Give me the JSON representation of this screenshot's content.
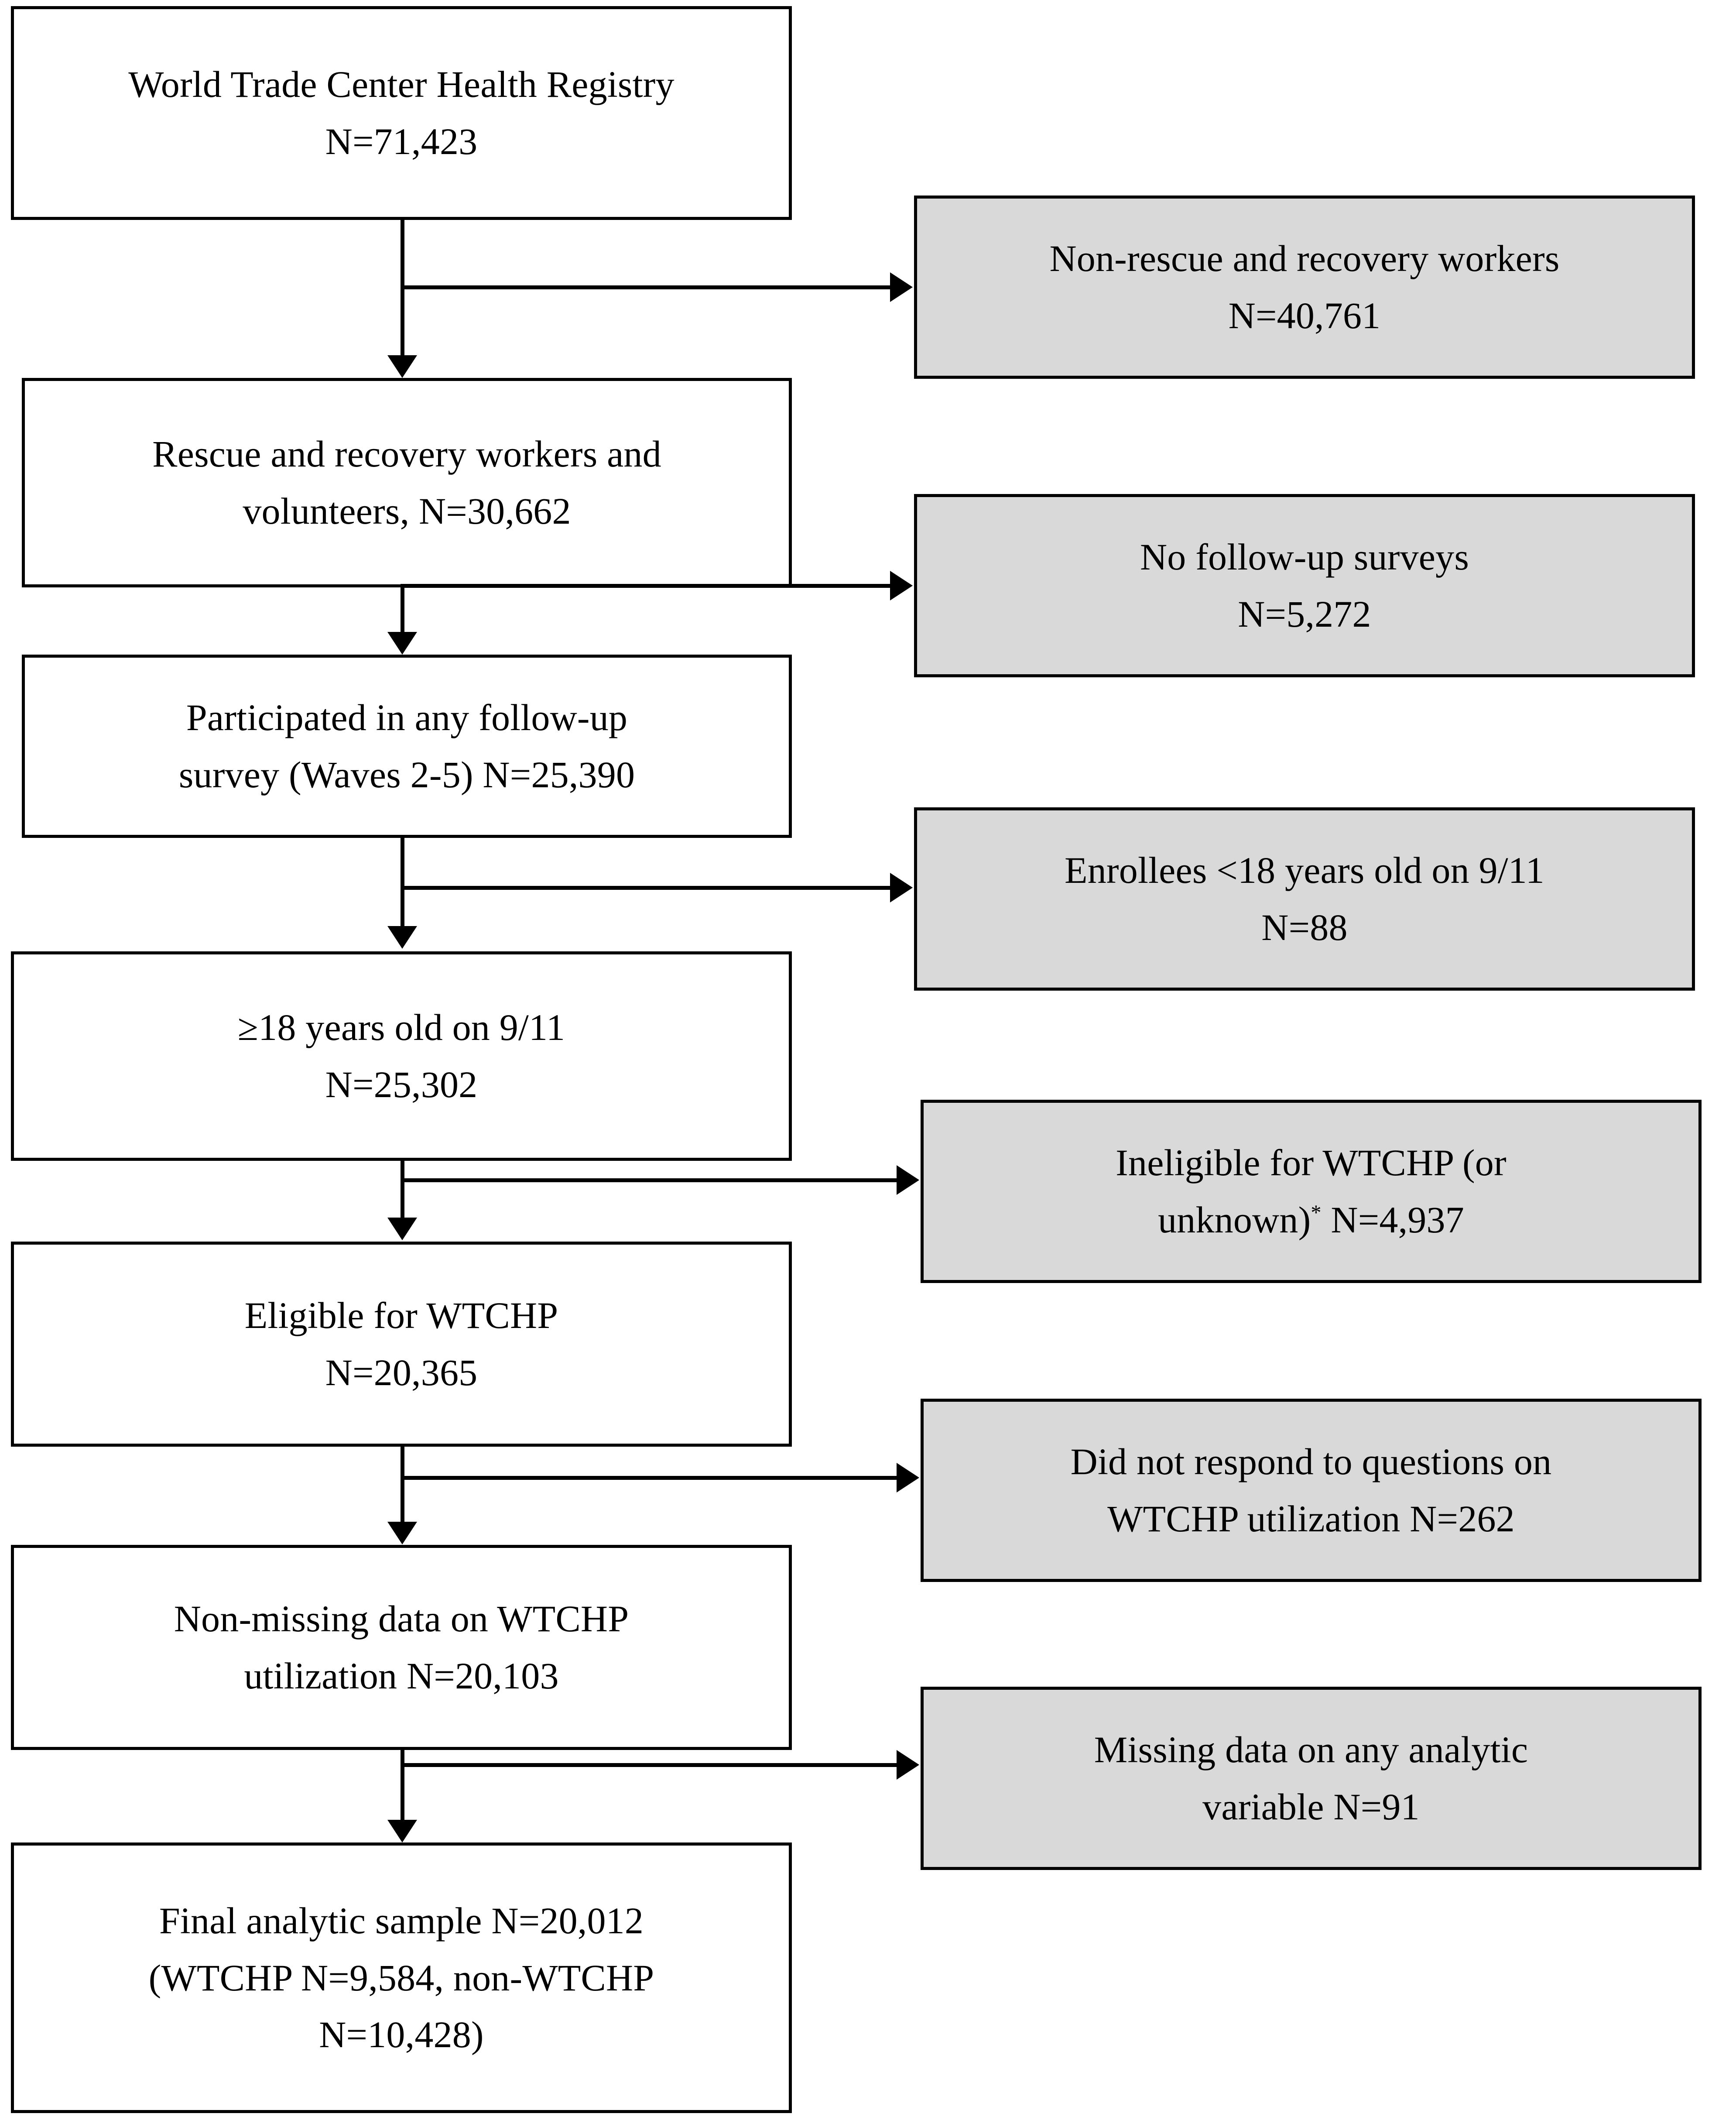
{
  "diagram": {
    "type": "flowchart",
    "title": "World Trade Center Health Registry analytic sample flow diagram",
    "colors": {
      "included_fill": "#FFFFFF",
      "excluded_fill": "#D9D9D9",
      "border": "#000000",
      "text": "#000000"
    },
    "footnote_marker": "*",
    "included_nodes": [
      {
        "id": "registry",
        "lines": [
          "World Trade Center Health Registry",
          "N=71,423"
        ],
        "label": "World Trade Center Health Registry",
        "n": "71,423"
      },
      {
        "id": "rescue-recovery",
        "lines": [
          "Rescue and recovery workers and",
          "volunteers, N=30,662"
        ],
        "label": "Rescue and recovery workers and volunteers",
        "n": "30,662"
      },
      {
        "id": "follow-up-survey",
        "lines": [
          "Participated in any follow-up",
          "survey (Waves 2-5) N=25,390"
        ],
        "label": "Participated in any follow-up survey (Waves 2-5)",
        "n": "25,390"
      },
      {
        "id": "adults",
        "lines": [
          "≥18 years old on 9/11",
          "N=25,302"
        ],
        "label": "≥18 years old on 9/11",
        "n": "25,302"
      },
      {
        "id": "eligible-wtchp",
        "lines": [
          "Eligible for WTCHP",
          "N=20,365"
        ],
        "label": "Eligible for WTCHP",
        "n": "20,365"
      },
      {
        "id": "non-missing-utilization",
        "lines": [
          "Non-missing data on WTCHP",
          "utilization N=20,103"
        ],
        "label": "Non-missing data on WTCHP utilization",
        "n": "20,103"
      },
      {
        "id": "final-sample",
        "lines": [
          "Final analytic sample N=20,012",
          "(WTCHP N=9,584, non-WTCHP",
          "N=10,428)"
        ],
        "label": "Final analytic sample",
        "n": "20,012",
        "wtchp_n": "9,584",
        "non_wtchp_n": "10,428"
      }
    ],
    "excluded_nodes": [
      {
        "id": "non-rescue",
        "lines": [
          "Non-rescue and recovery workers",
          "N=40,761"
        ],
        "label": "Non-rescue and recovery workers",
        "n": "40,761"
      },
      {
        "id": "no-follow-up",
        "lines": [
          "No follow-up surveys",
          "N=5,272"
        ],
        "label": "No follow-up surveys",
        "n": "5,272"
      },
      {
        "id": "under-18",
        "lines": [
          "Enrollees <18 years old on 9/11",
          "N=88"
        ],
        "label": "Enrollees <18 years old on 9/11",
        "n": "88"
      },
      {
        "id": "ineligible-wtchp",
        "lines_prefix": "Ineligible for WTCHP (or",
        "lines_suffix_before_marker": "unknown)",
        "lines_suffix_after_marker": " N=4,937",
        "label": "Ineligible for WTCHP (or unknown)*",
        "n": "4,937"
      },
      {
        "id": "no-response-utilization",
        "lines": [
          "Did not respond to questions on",
          "WTCHP utilization N=262"
        ],
        "label": "Did not respond to questions on WTCHP utilization",
        "n": "262"
      },
      {
        "id": "missing-analytic",
        "lines": [
          "Missing data on any analytic",
          "variable N=91"
        ],
        "label": "Missing data on any analytic variable",
        "n": "91"
      }
    ]
  }
}
